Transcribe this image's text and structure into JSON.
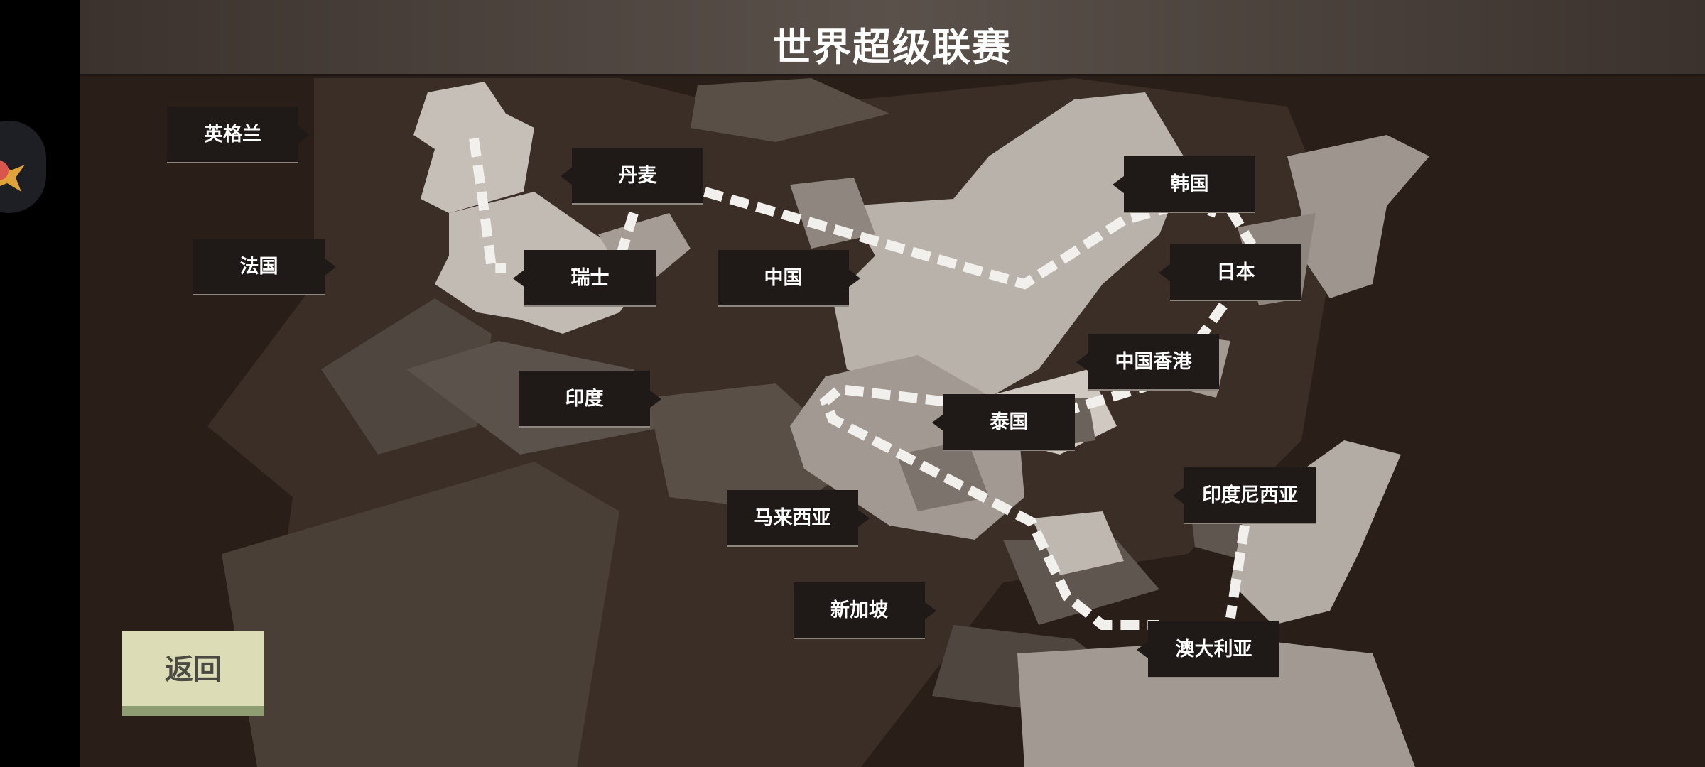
{
  "title": "世界超级联赛",
  "back_label": "返回",
  "regions": [
    {
      "id": "england",
      "label": "英格兰"
    },
    {
      "id": "france",
      "label": "法国"
    },
    {
      "id": "denmark",
      "label": "丹麦"
    },
    {
      "id": "switzerland",
      "label": "瑞士"
    },
    {
      "id": "china",
      "label": "中国"
    },
    {
      "id": "india",
      "label": "印度"
    },
    {
      "id": "korea",
      "label": "韩国"
    },
    {
      "id": "japan",
      "label": "日本"
    },
    {
      "id": "hongkong",
      "label": "中国香港"
    },
    {
      "id": "thailand",
      "label": "泰国"
    },
    {
      "id": "malaysia",
      "label": "马来西亚"
    },
    {
      "id": "indonesia",
      "label": "印度尼西亚"
    },
    {
      "id": "singapore",
      "label": "新加坡"
    },
    {
      "id": "australia",
      "label": "澳大利亚"
    }
  ],
  "colors": {
    "background": "#2a1f18",
    "land_light": "#bdb6ae",
    "land_mid": "#76695f",
    "route": "#f2f0ec",
    "button": "#dcdcb6"
  }
}
